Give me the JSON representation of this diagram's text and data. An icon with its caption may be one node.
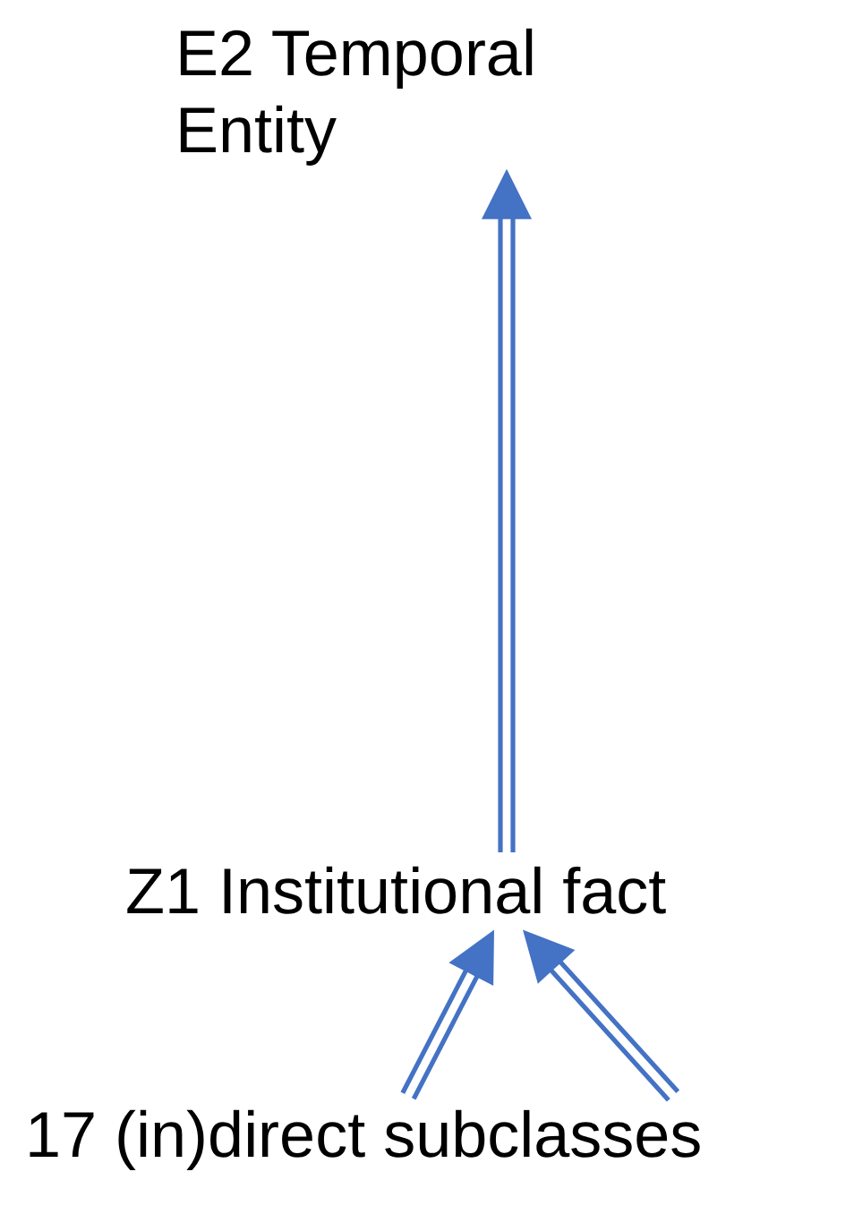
{
  "diagram": {
    "nodes": [
      {
        "text": [
          "E2 Temporal Entity"
        ]
      },
      {
        "text": [
          "Z1 Institutional fact"
        ]
      },
      {
        "text": [
          "17 (in)direct subclasses"
        ]
      }
    ],
    "edges": [
      {
        "from": 1,
        "to": 0,
        "arrow": "to"
      },
      {
        "from": 2,
        "to": 1,
        "arrow": "to"
      },
      {
        "from": 2,
        "to": 1,
        "arrow": "to"
      }
    ]
  }
}
